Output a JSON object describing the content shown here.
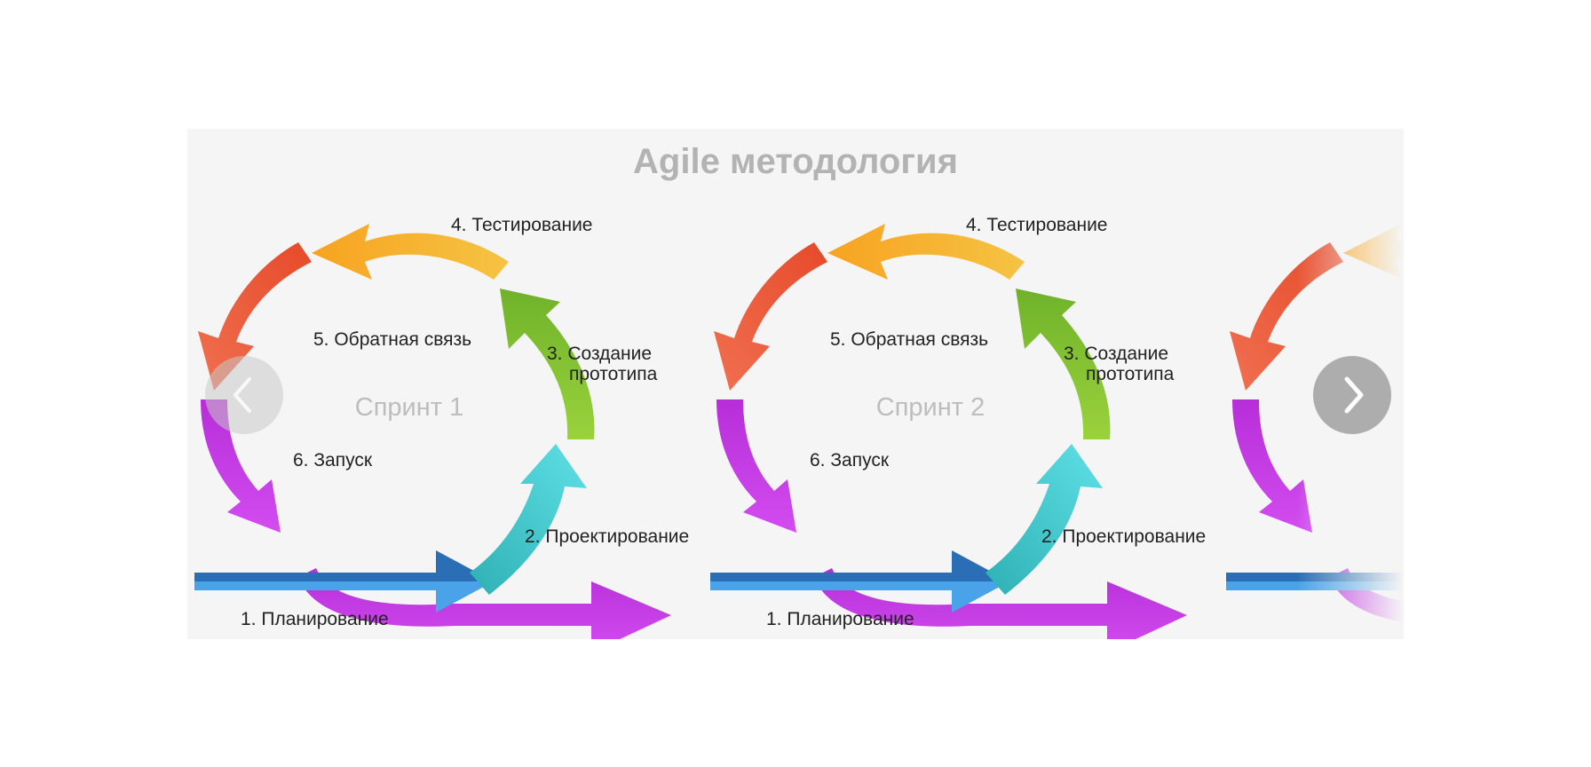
{
  "diagram": {
    "title": "Agile методология",
    "sprints": [
      {
        "label": "Спринт 1",
        "steps": {
          "planning": "1. Планирование",
          "design": "2. Проектирование",
          "prototype_line1": "3. Создание",
          "prototype_line2": "прототипа",
          "testing": "4. Тестирование",
          "feedback": "5. Обратная связь",
          "launch": "6. Запуск"
        }
      },
      {
        "label": "Спринт 2",
        "steps": {
          "planning": "1. Планирование",
          "design": "2. Проектирование",
          "prototype_line1": "3. Создание",
          "prototype_line2": "прототипа",
          "testing": "4. Тестирование",
          "feedback": "5. Обратная связь",
          "launch": "6. Запуск"
        }
      }
    ],
    "colors": {
      "panel_background": "#f5f5f5",
      "planning_blue": "#3a8fd8",
      "design_teal": "#3fc7c9",
      "prototype_green": "#8cc63f",
      "testing_orange": "#f7a823",
      "feedback_red": "#e4542f",
      "launch_purple": "#c53ce0",
      "title_gray": "#b3b3b3"
    }
  },
  "carousel": {
    "prev_icon": "chevron-left-icon",
    "next_icon": "chevron-right-icon"
  }
}
